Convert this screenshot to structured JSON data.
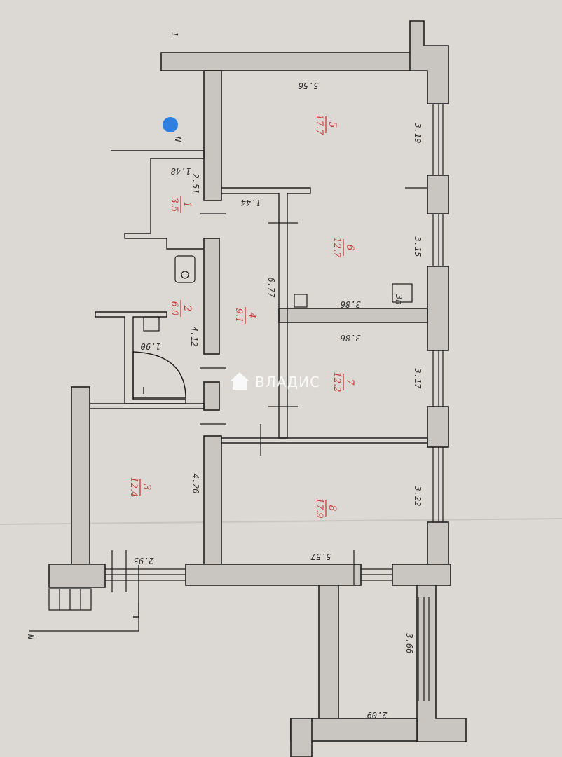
{
  "watermark": {
    "text": "ВЛАДИС",
    "icon": "house-icon"
  },
  "colors": {
    "wall_fill": "#c9c6c1",
    "wall_stroke": "#1e1e1e",
    "label": "#c83a3a",
    "marker": "#2e7fe0",
    "paper": "#dcd8d3"
  },
  "rooms": [
    {
      "number": "1",
      "area": "3.5"
    },
    {
      "number": "2",
      "area": "6.0"
    },
    {
      "number": "3",
      "area": "12.4"
    },
    {
      "number": "4",
      "area": "9.1"
    },
    {
      "number": "5",
      "area": "17.7"
    },
    {
      "number": "6",
      "area": "12.7"
    },
    {
      "number": "7",
      "area": "12.2"
    },
    {
      "number": "8",
      "area": "17.9"
    }
  ],
  "dimensions": {
    "top_width": "5.56",
    "room5_height": "3.19",
    "room6_height": "3.15",
    "room6_width": "3.86",
    "room7_width": "3.86",
    "room7_height": "3.17",
    "room8_height": "3.22",
    "bottom_width": "5.57",
    "corridor_length": "6.77",
    "corridor_width": "1.44",
    "room1_width": "1.48",
    "room1_height": "2.51",
    "room2_height": "4.12",
    "bath_width": "1.90",
    "room3_height": "4.20",
    "room3_width": "2.95",
    "annex_height": "3.66",
    "annex_width": "2.09"
  },
  "annotations": {
    "label_n": "N",
    "label_one": "1",
    "closet_label": "3п"
  }
}
